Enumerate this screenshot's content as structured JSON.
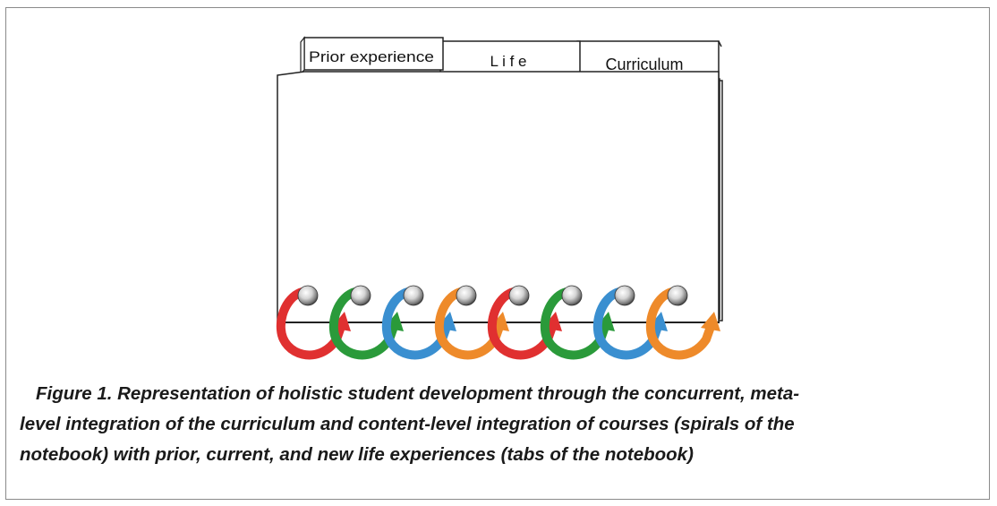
{
  "notebook": {
    "tabs": [
      {
        "label": "Prior experience"
      },
      {
        "label": "L i f e"
      },
      {
        "label": "Curriculum"
      }
    ],
    "spirals": [
      {
        "color": "#e03030"
      },
      {
        "color": "#2a9a3a"
      },
      {
        "color": "#3a8fd0"
      },
      {
        "color": "#ee8a2a"
      },
      {
        "color": "#e03030"
      },
      {
        "color": "#2a9a3a"
      },
      {
        "color": "#3a8fd0"
      },
      {
        "color": "#ee8a2a"
      }
    ]
  },
  "caption": {
    "lines": [
      "Figure 1. Representation of holistic student development through the concurrent, meta-",
      "level integration of the curriculum and content-level integration of courses (spirals of the",
      "notebook) with prior, current, and new life experiences (tabs of the notebook)"
    ]
  }
}
